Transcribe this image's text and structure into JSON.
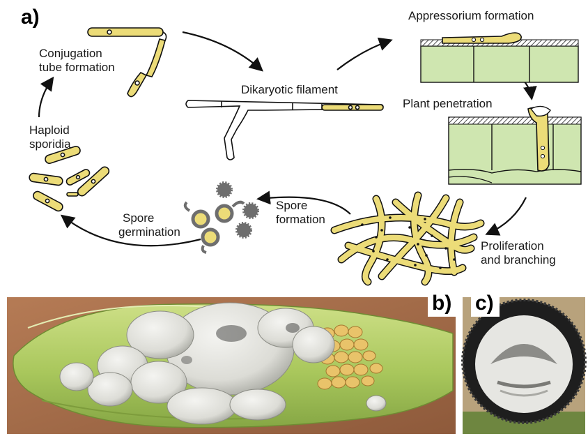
{
  "panels": {
    "a": "a)",
    "b": "b)",
    "c": "c)"
  },
  "labels": {
    "conjugation_1": "Conjugation",
    "conjugation_2": "tube formation",
    "dikaryotic": "Dikaryotic filament",
    "appressorium": "Appressorium formation",
    "penetration": "Plant penetration",
    "haploid_1": "Haploid",
    "haploid_2": "sporidia",
    "spore_formation_1": "Spore",
    "spore_formation_2": "formation",
    "spore_germination_1": "Spore",
    "spore_germination_2": "germination",
    "proliferation_1": "Proliferation",
    "proliferation_2": "and branching"
  },
  "colors": {
    "cell_yellow": "#ecdc78",
    "plant_green": "#cfe6b0",
    "spore_gray": "#6e6e6e",
    "husk_green": "#b6cf6a",
    "gall_white": "#e6e6e2",
    "kernel_yellow": "#e9c36a",
    "teliospore_black": "#1e1e1e"
  }
}
